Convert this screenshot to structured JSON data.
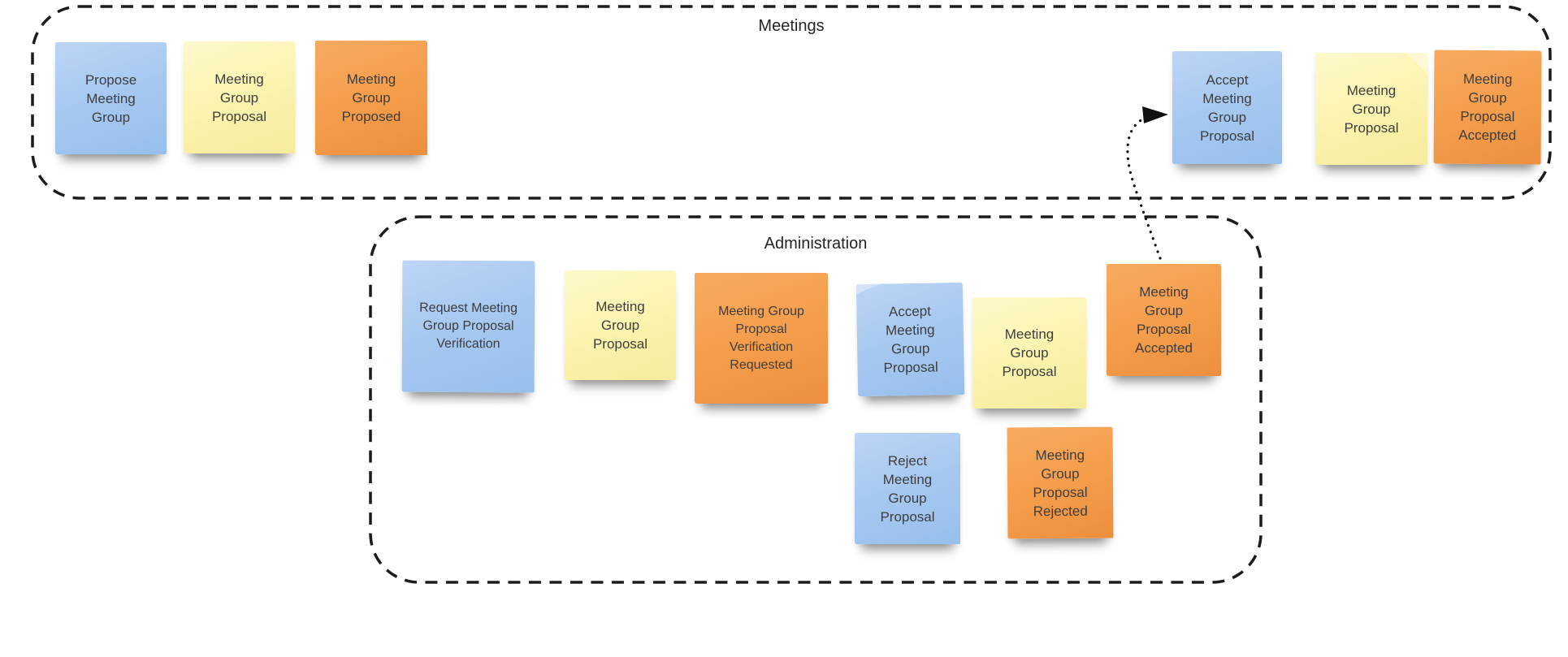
{
  "board": {
    "background": "#ffffff"
  },
  "frames": {
    "meetings": {
      "title": "Meetings"
    },
    "administration": {
      "title": "Administration"
    }
  },
  "notes": [
    {
      "id": "propose-meeting-group",
      "frame": "Meetings",
      "color": "blue",
      "label": "Propose\nMeeting\nGroup"
    },
    {
      "id": "meeting-group-proposal-meetings-left",
      "frame": "Meetings",
      "color": "yellow",
      "label": "Meeting\nGroup\nProposal"
    },
    {
      "id": "meeting-group-proposed",
      "frame": "Meetings",
      "color": "orange",
      "label": "Meeting\nGroup\nProposed"
    },
    {
      "id": "accept-meeting-group-proposal-meetings",
      "frame": "Meetings",
      "color": "blue",
      "label": "Accept\nMeeting\nGroup\nProposal"
    },
    {
      "id": "meeting-group-proposal-meetings-right",
      "frame": "Meetings",
      "color": "yellow",
      "label": "Meeting\nGroup\nProposal"
    },
    {
      "id": "meeting-group-proposal-accepted-meetings",
      "frame": "Meetings",
      "color": "orange",
      "label": "Meeting\nGroup\nProposal\nAccepted"
    },
    {
      "id": "request-meeting-group-proposal-verification",
      "frame": "Administration",
      "color": "blue",
      "label": "Request Meeting\nGroup Proposal\nVerification"
    },
    {
      "id": "meeting-group-proposal-administration-left",
      "frame": "Administration",
      "color": "yellow",
      "label": "Meeting\nGroup\nProposal"
    },
    {
      "id": "meeting-group-proposal-verification-requested",
      "frame": "Administration",
      "color": "orange",
      "label": "Meeting Group\nProposal\nVerification\nRequested"
    },
    {
      "id": "accept-meeting-group-proposal-administration",
      "frame": "Administration",
      "color": "blue",
      "label": "Accept\nMeeting\nGroup\nProposal"
    },
    {
      "id": "meeting-group-proposal-administration-right",
      "frame": "Administration",
      "color": "yellow",
      "label": "Meeting\nGroup\nProposal"
    },
    {
      "id": "meeting-group-proposal-accepted-administration",
      "frame": "Administration",
      "color": "orange",
      "label": "Meeting\nGroup\nProposal\nAccepted"
    },
    {
      "id": "reject-meeting-group-proposal",
      "frame": "Administration",
      "color": "blue",
      "label": "Reject\nMeeting\nGroup\nProposal"
    },
    {
      "id": "meeting-group-proposal-rejected",
      "frame": "Administration",
      "color": "orange",
      "label": "Meeting\nGroup\nProposal\nRejected"
    }
  ],
  "connector": {
    "style": "dotted-arrow",
    "from": "meeting-group-proposal-accepted-administration",
    "to": "accept-meeting-group-proposal-meetings"
  },
  "colors": {
    "note_blue": "#a6c8f0",
    "note_yellow": "#fbf3ae",
    "note_orange": "#f49d4b",
    "frame_border": "#1c1c1c",
    "note_text": "#3e3e3e",
    "title_text": "#242424",
    "connector": "#111111",
    "background": "#ffffff"
  }
}
